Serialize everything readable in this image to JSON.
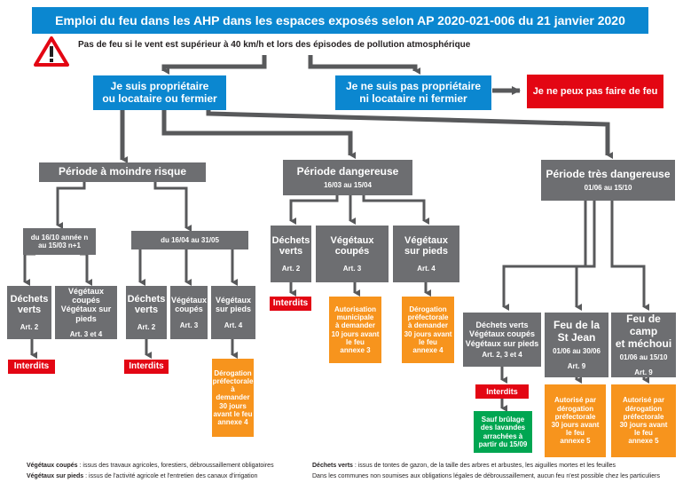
{
  "title": "Emploi du feu dans les AHP dans les espaces exposés selon AP 2020-021-006 du 21 janvier 2020",
  "warning": "Pas de feu si le vent est supérieur à 40 km/h et lors des épisodes de pollution atmosphérique",
  "owner": {
    "line1": "Je suis propriétaire",
    "line2": "ou locataire ou fermier"
  },
  "non_owner": {
    "line1": "Je ne suis pas propriétaire",
    "line2": "ni locataire ni fermier"
  },
  "no_fire": "Je ne peux pas faire de feu",
  "periods": {
    "low": {
      "label": "Période à moindre risque"
    },
    "danger": {
      "label": "Période dangereuse",
      "dates": "16/03 au 15/04"
    },
    "very": {
      "label": "Période très dangereuse",
      "dates": "01/06 au 15/10"
    }
  },
  "low_sub": {
    "a": {
      "line1": "du 16/10 année n",
      "line2": "au 15/03 n+1"
    },
    "b": {
      "label": "du 16/04 au 31/05"
    }
  },
  "boxes": {
    "dv1": {
      "l1": "Déchets",
      "l2": "verts",
      "art": "Art. 2"
    },
    "vc1": {
      "l1": "Végétaux coupés",
      "l2": "Végétaux sur pieds",
      "art": "Art. 3 et 4"
    },
    "dv2": {
      "l1": "Déchets",
      "l2": "verts",
      "art": "Art. 2"
    },
    "vc2": {
      "l1": "Végétaux",
      "l2": "coupés",
      "art": "Art. 3"
    },
    "vp2": {
      "l1": "Végétaux",
      "l2": "sur pieds",
      "art": "Art. 4"
    },
    "dv3": {
      "l1": "Déchets",
      "l2": "verts",
      "art": "Art. 2"
    },
    "vc3": {
      "l1": "Végétaux",
      "l2": "coupés",
      "art": "Art. 3"
    },
    "vp3": {
      "l1": "Végétaux",
      "l2": "sur pieds",
      "art": "Art. 4"
    },
    "all4": {
      "l1": "Déchets verts",
      "l2": "Végétaux coupés",
      "l3": "Végétaux sur pieds",
      "art": "Art. 2, 3 et 4"
    },
    "stjean": {
      "l1": "Feu de la",
      "l2": "St Jean",
      "dates": "01/06 au 30/06",
      "art": "Art. 9"
    },
    "camp": {
      "l1": "Feu de camp",
      "l2": "et méchoui",
      "dates": "01/06 au 15/10",
      "art": "Art. 9"
    }
  },
  "outcomes": {
    "interdits": "Interdits",
    "derog_lines": [
      "Dérogation",
      "préfectorale",
      "à",
      "demander",
      "30 jours",
      "avant le feu",
      "annexe 4"
    ],
    "autor_lines": [
      "Autorisation",
      "municipale",
      "à demander",
      "10 jours avant",
      "le feu",
      "annexe 3"
    ],
    "derog2_lines": [
      "Dérogation",
      "préfectorale",
      "à demander",
      "30 jours avant",
      "le feu",
      "annexe 4"
    ],
    "sauf_lines": [
      "Sauf brûlage",
      "des lavandes",
      "arrachées à",
      "partir du 15/09"
    ],
    "autor_par_lines": [
      "Autorisé par",
      "dérogation",
      "préfectorale",
      "30 jours avant",
      "le feu",
      "annexe 5"
    ]
  },
  "notes": {
    "vc_term": "Végétaux coupés",
    "vc_def": " : issus des travaux agricoles, forestiers, débroussaillement obligatoires",
    "vp_term": "Végétaux sur pieds",
    "vp_def": " : issus de l'activité agricole et l'entretien des canaux d'irrigation",
    "dv_term": "Déchets verts",
    "dv_def": " : issus de tontes de gazon, de la taille des arbres et arbustes, les aiguilles mortes et les feuilles",
    "communes": "Dans les communes non soumises aux obligations légales de débroussaillement, aucun feu n'est possible chez les particuliers"
  },
  "colors": {
    "grey": "#6d6e71",
    "blue": "#0b87d0",
    "red": "#e30613",
    "orange": "#f7941d",
    "green": "#00a651"
  },
  "icons": {
    "warning": "warning-triangle-icon"
  }
}
